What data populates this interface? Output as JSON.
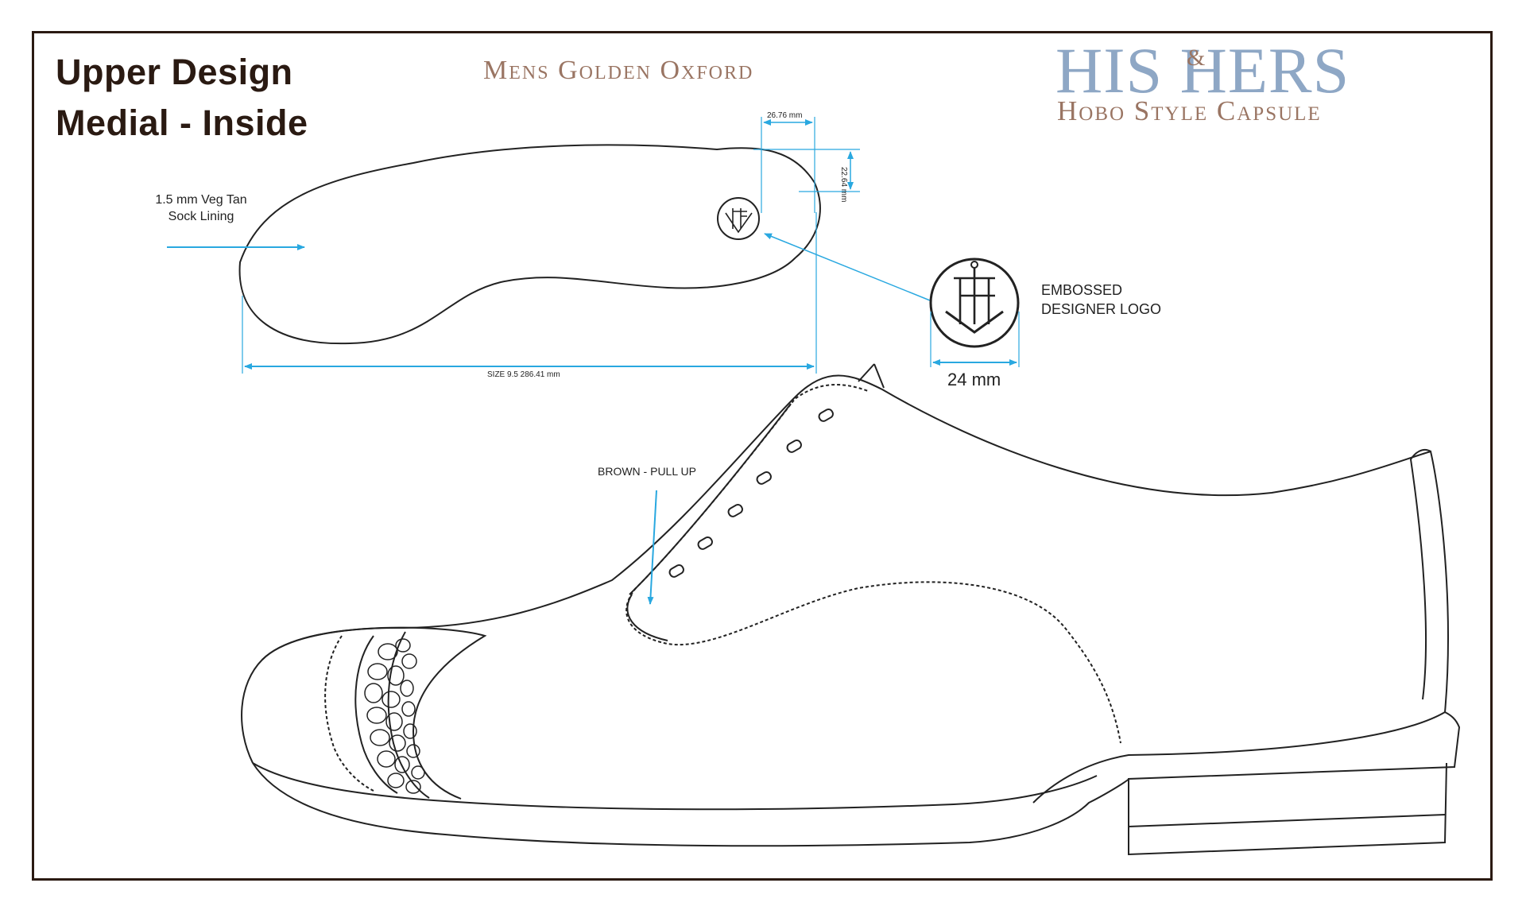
{
  "header": {
    "title_line1": "Upper Design",
    "title_line2": "Medial - Inside",
    "product_name": "Mens Golden Oxford"
  },
  "brand": {
    "main": "HIS HERS",
    "ampersand": "&",
    "subtitle": "Hobo Style Capsule"
  },
  "annotations": {
    "sock_lining_line1": "1.5 mm Veg Tan",
    "sock_lining_line2": "Sock Lining",
    "logo_line1": "EMBOSSED",
    "logo_line2": "DESIGNER LOGO",
    "logo_dimension": "24 mm",
    "width_dimension": "26.76 mm",
    "height_dimension": "22.64 mm",
    "size_dimension": "SIZE 9.5 286.41 mm",
    "material": "BROWN - PULL UP"
  },
  "colors": {
    "frame": "#2b1a12",
    "title": "#2a1a12",
    "accent_brown": "#9a7563",
    "accent_blue": "#8ea7c5",
    "dimension_blue": "#29a8e0"
  },
  "icons": {
    "logo": "designer-logo-icon",
    "shoe": "oxford-shoe-illustration"
  }
}
